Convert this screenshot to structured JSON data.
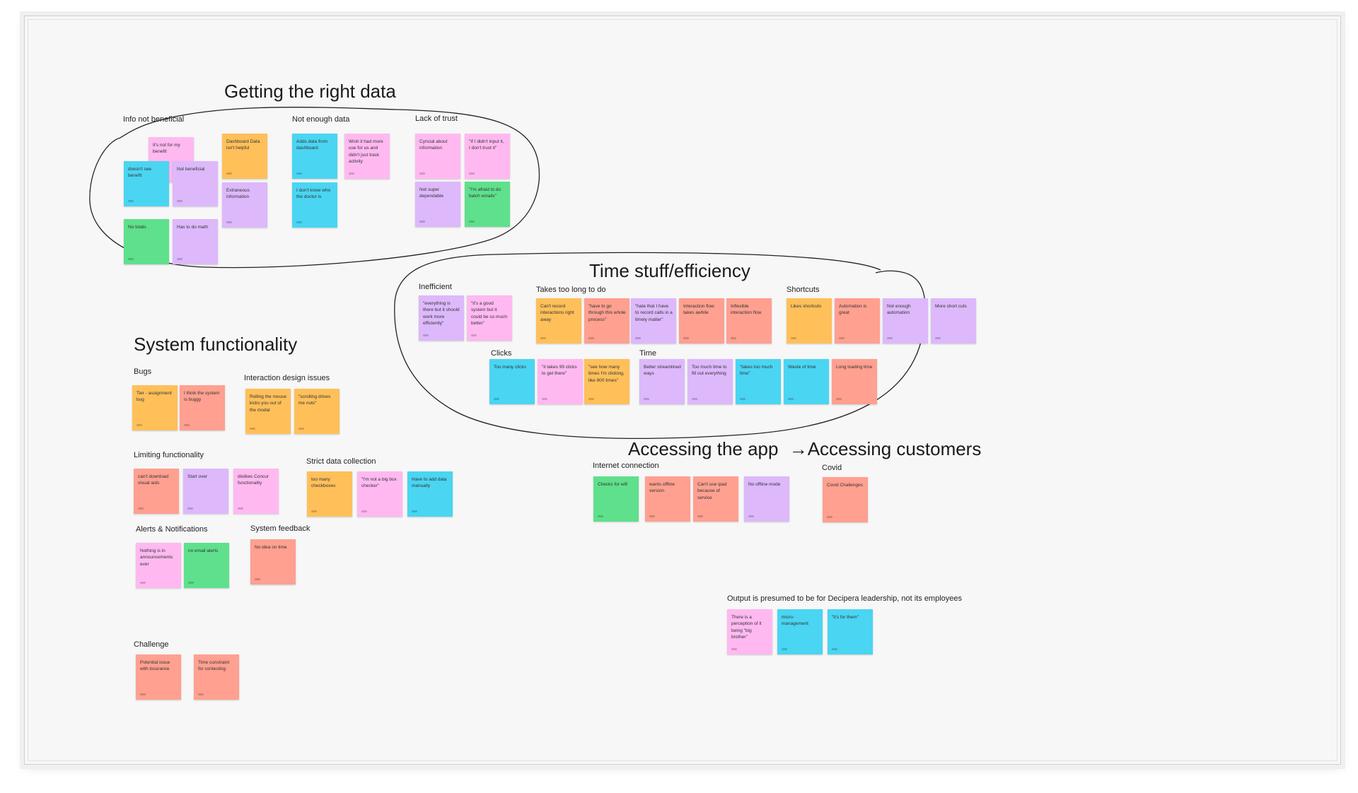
{
  "board": {
    "colors": {
      "orange": "#ffc05a",
      "pink": "#ffb9f0",
      "purple": "#ddb8fb",
      "cyan": "#4ad5f2",
      "green": "#5fe08c",
      "salmon": "#ffa090"
    },
    "sections": {
      "right_data": "Getting the right data",
      "time": "Time stuff/efficiency",
      "system": "System functionality",
      "access_a": "Accessing the app",
      "access_arrow": "→",
      "access_b": "Accessing customers"
    },
    "groups": {
      "info_not_beneficial": "Info not beneficial",
      "not_enough_data": "Not enough data",
      "lack_of_trust": "Lack of trust",
      "inefficient": "Inefficient",
      "takes_too_long": "Takes too long to do",
      "shortcuts": "Shortcuts",
      "clicks": "Clicks",
      "time": "Time",
      "bugs": "Bugs",
      "interaction_design": "Interaction design issues",
      "limiting": "Limiting functionality",
      "strict_data": "Strict data collection",
      "alerts": "Alerts & Notifications",
      "system_feedback": "System feedback",
      "challenge": "Challenge",
      "internet": "Internet connection",
      "covid": "Covid",
      "output": "Output is presumed to be for Decipera leadership, not its employees"
    },
    "notes": {
      "n01": "It's not for my benefit",
      "n02": "Dashboard Data isn't helpful",
      "n03": "doesn't see benefit",
      "n04": "Not beneficial",
      "n05": "Extraneous information",
      "n06": "No totals",
      "n07": "Has to do math",
      "n08": "Adds data from dashboard",
      "n09": "Wish it had more use for us and didn't just track activity",
      "n10": "I don't know who the doctor is",
      "n11": "Cyncial about information",
      "n12": "\"If I didn't input it, I don't trust it\"",
      "n13": "Not super dependable",
      "n14": "\"I'm afraid to do batch emails\"",
      "n15": "\"everything is there but it should work more efficiently\"",
      "n16": "\"it's a good system but it could be so much better\"",
      "n17": "Can't record interactions right away",
      "n18": "\"have to go through this whole process\"",
      "n19": "\"hate that I have to record calls in a timely matter\"",
      "n20": "Interaction flow takes awhile",
      "n21": "Inflexible interaction flow",
      "n22": "Likes shortcuts",
      "n23": "Automation is great",
      "n24": "Not enough automation",
      "n25": "More short cuts",
      "n26": "Too many clicks",
      "n27": "\"it takes 99 clicks to get there\"",
      "n28": "\"see how many times I'm clicking, like 900 times\"",
      "n29": "Better streamlined ways",
      "n30": "Too much time to fill out everything",
      "n31": "\"takes too much time\"",
      "n32": "Waste of time",
      "n33": "Long loading time",
      "n34": "Tier - assignment bug",
      "n35": "I think the system is buggy",
      "n36": "Rolling the mouse kicks you out of the modal",
      "n37": "\"scrolling drives me nuts\"",
      "n38": "can't download visual aids",
      "n39": "Start over",
      "n40": "dislikes Concur functionality",
      "n41": "too many checkboxes",
      "n42": "\"I'm not a big box checker\"",
      "n43": "Have to add data manually",
      "n44": "Nothing is in announcements ever",
      "n45": "no email alerts",
      "n46": "No idea on time",
      "n47": "Potential issue with insurance",
      "n48": "Time constraint for contesting",
      "n49": "Checks for wifi",
      "n50": "wants offline version",
      "n51": "Can't use ipad because of service",
      "n52": "No offline mode",
      "n53": "Covid Challenges",
      "n54": "There is a perception of it being \"big brother\"",
      "n55": "micro-management",
      "n56": "\"it's for them\""
    }
  }
}
